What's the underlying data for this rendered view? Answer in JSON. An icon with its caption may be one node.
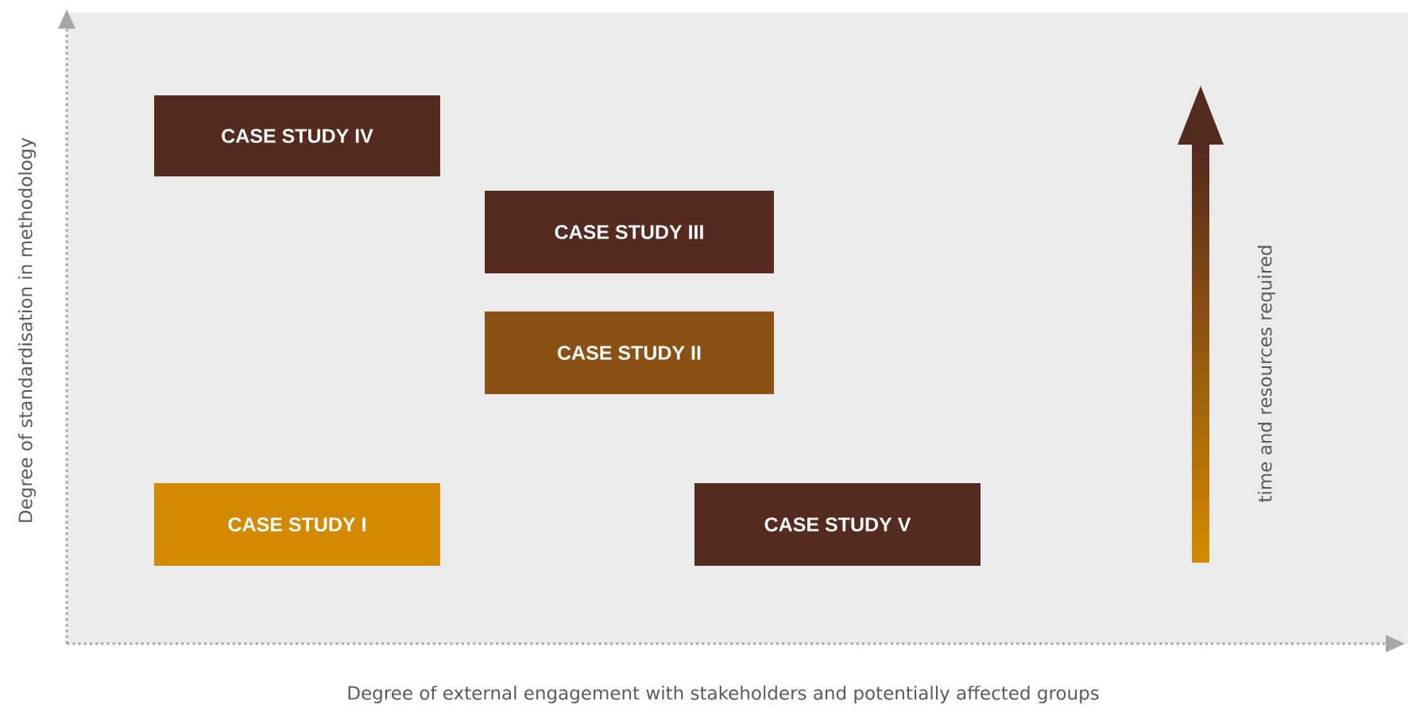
{
  "diagram": {
    "nodes": [
      {
        "text": [
          "CASE STUDY IV"
        ]
      },
      {
        "text": [
          "CASE STUDY III"
        ]
      },
      {
        "text": [
          "CASE STUDY II"
        ]
      },
      {
        "text": [
          "CASE STUDY I"
        ]
      },
      {
        "text": [
          "CASE STUDY V"
        ]
      }
    ],
    "labels": [
      "time and resources required",
      "Degree of standardisation in methodology",
      "Degree of external engagement with stakeholders and potentially affected groups"
    ]
  }
}
